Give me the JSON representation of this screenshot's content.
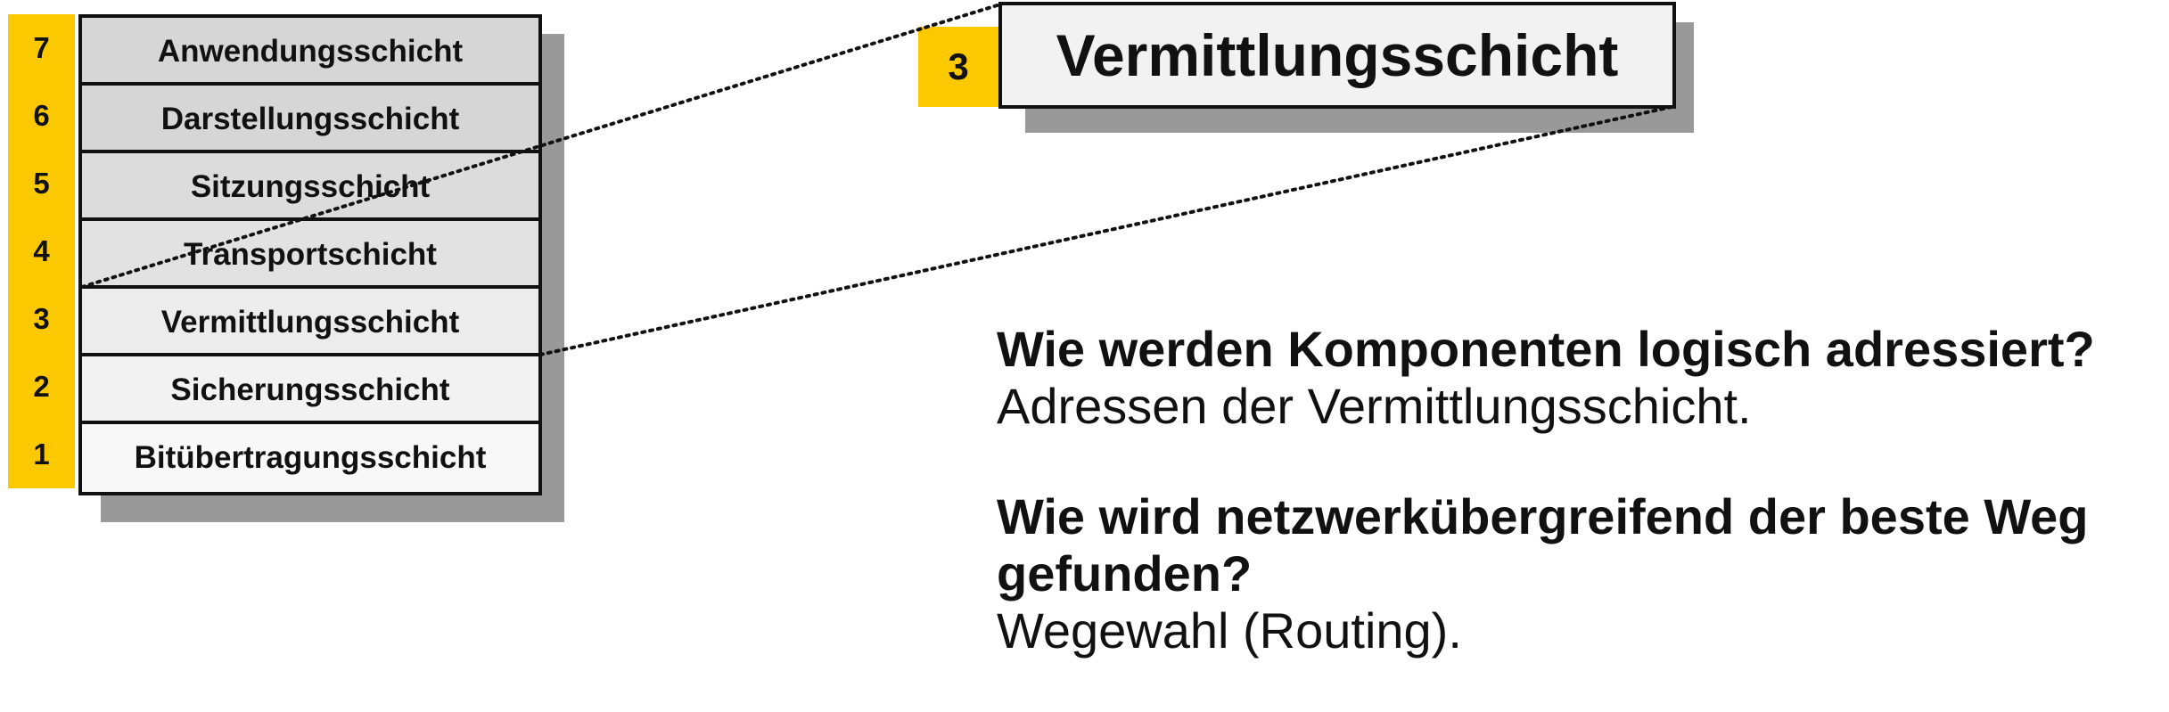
{
  "layers": [
    {
      "number": "7",
      "name": "Anwendungsschicht",
      "fill": "#d6d6d6"
    },
    {
      "number": "6",
      "name": "Darstellungsschicht",
      "fill": "#d6d6d6"
    },
    {
      "number": "5",
      "name": "Sitzungsschicht",
      "fill": "#dcdcdc"
    },
    {
      "number": "4",
      "name": "Transportschicht",
      "fill": "#e2e2e2"
    },
    {
      "number": "3",
      "name": "Vermittlungsschicht",
      "fill": "#ececec"
    },
    {
      "number": "2",
      "name": "Sicherungsschicht",
      "fill": "#f2f2f2"
    },
    {
      "number": "1",
      "name": "Bitübertragungsschicht",
      "fill": "#f8f8f8"
    }
  ],
  "highlight": {
    "number": "3",
    "name": "Vermittlungsschicht"
  },
  "qa": [
    {
      "question": "Wie werden Komponenten logisch adressiert?",
      "answer": "Adressen der Vermittlungsschicht."
    },
    {
      "question": "Wie wird netzwerkübergreifend der beste Weg gefunden?",
      "answer": "Wegewahl (Routing)."
    }
  ],
  "colors": {
    "accent": "#fcc800",
    "shadow": "#999999",
    "border": "#111111"
  }
}
